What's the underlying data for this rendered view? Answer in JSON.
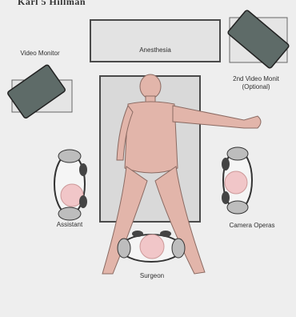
{
  "caption_fragment": "Karl 5 Hillman",
  "labels": {
    "video_monitor": "Video Monitor",
    "anesthesia": "Anesthesia",
    "second_monitor_line1": "2nd Video Monit",
    "second_monitor_line2": "(Optional)",
    "assistant": "Assistant",
    "camera_operator": "Camera Operas",
    "surgeon": "Surgeon"
  },
  "colors": {
    "monitor": "#5e6b68",
    "table": "#d8d8d8",
    "skin": "#e2b5aa",
    "head": "#f1c6c8",
    "person_outline": "#3a3a3a",
    "background": "#eeeeee"
  }
}
